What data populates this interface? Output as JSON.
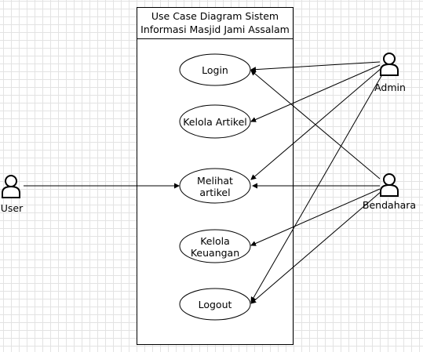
{
  "system": {
    "title_line1": "Use Case Diagram Sistem",
    "title_line2": "Informasi Masjid Jami Assalam"
  },
  "actors": {
    "user": "User",
    "admin": "Admin",
    "bendahara": "Bendahara"
  },
  "use_cases": {
    "login": [
      "Login"
    ],
    "kelola_artikel": [
      "Kelola Artikel"
    ],
    "melihat_artikel": [
      "Melihat",
      "artikel"
    ],
    "kelola_keuangan": [
      "Kelola",
      "Keuangan"
    ],
    "logout": [
      "Logout"
    ]
  },
  "associations": [
    {
      "from": "admin",
      "to": "login"
    },
    {
      "from": "admin",
      "to": "kelola_artikel"
    },
    {
      "from": "admin",
      "to": "melihat_artikel"
    },
    {
      "from": "admin",
      "to": "logout"
    },
    {
      "from": "bendahara",
      "to": "login"
    },
    {
      "from": "bendahara",
      "to": "melihat_artikel"
    },
    {
      "from": "bendahara",
      "to": "kelola_keuangan"
    },
    {
      "from": "bendahara",
      "to": "logout"
    },
    {
      "from": "user",
      "to": "melihat_artikel"
    }
  ]
}
